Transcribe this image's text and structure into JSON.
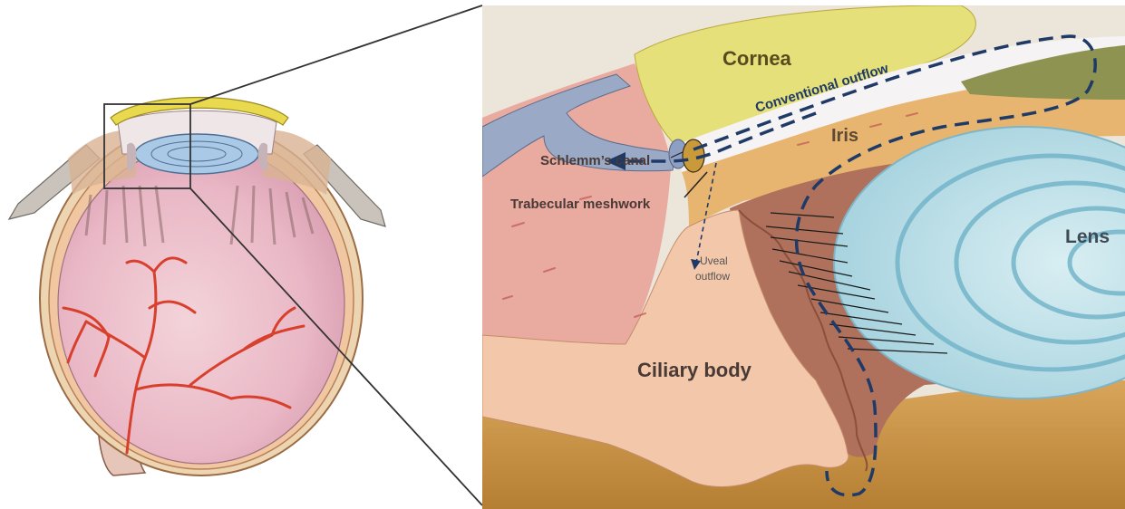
{
  "labels": {
    "cornea": "Cornea",
    "iris": "Iris",
    "lens": "Lens",
    "ciliary_body": "Ciliary body",
    "schlemms_canal": "Schlemm’s canal",
    "trabecular_meshwork": "Trabecular meshwork",
    "conventional_outflow": "Conventional outflow",
    "uveal_outflow_line1": "Uveal",
    "uveal_outflow_line2": "outflow"
  },
  "colors": {
    "cornea_yellow": "#e6e07a",
    "iris_tan": "#dcae6f",
    "lens_blue": "#a9d3df",
    "ciliary_pink": "#f2c3a6",
    "sclera_pink": "#eaa9a0",
    "background_ochre": "#c38c3c",
    "arrow_navy": "#1f3a66",
    "vessel_red": "#d83a2a",
    "retina_pink": "#e8b7c4"
  }
}
